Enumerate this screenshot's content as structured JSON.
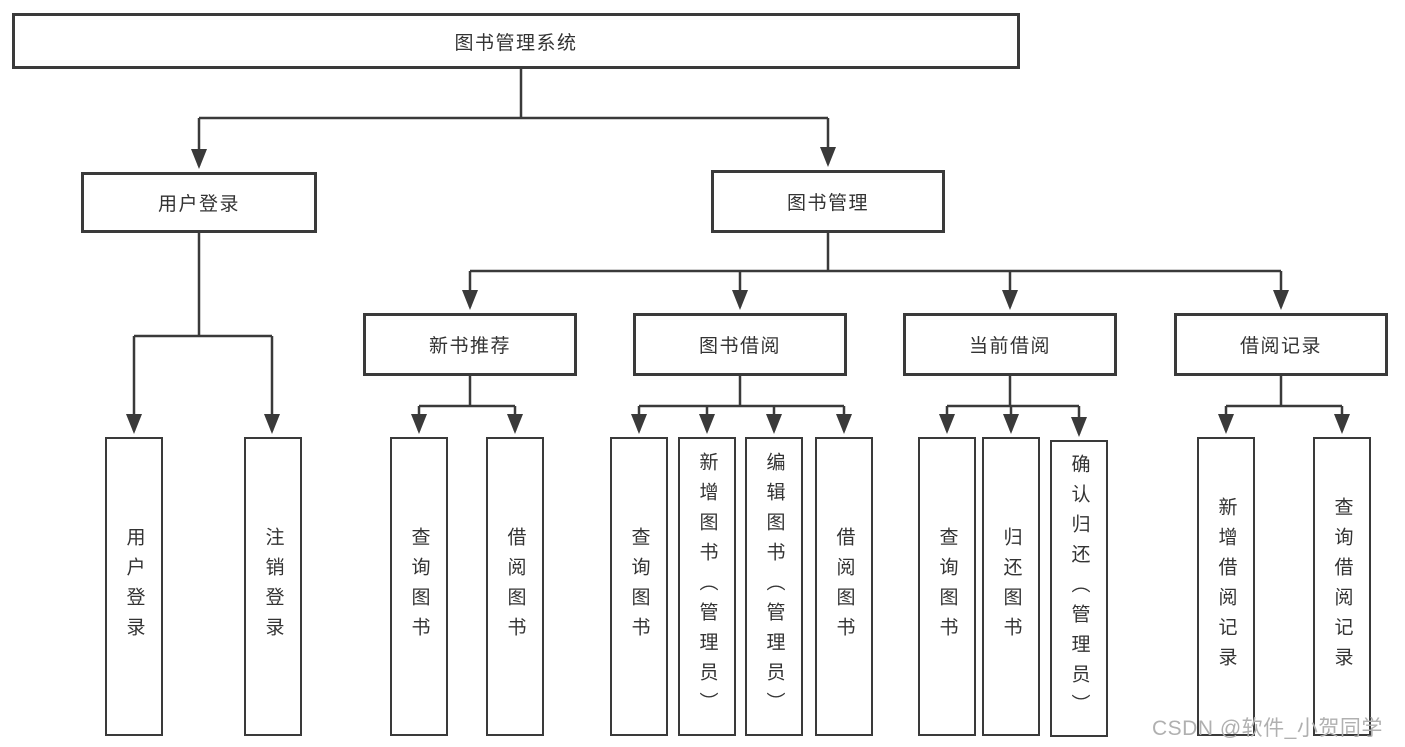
{
  "nodes": {
    "root": "图书管理系统",
    "user_login": "用户登录",
    "book_mgmt": "图书管理",
    "new_book_rec": "新书推荐",
    "book_borrow": "图书借阅",
    "current_borrow": "当前借阅",
    "borrow_records": "借阅记录",
    "leaf_user_login": "用户登录",
    "leaf_logout": "注销登录",
    "leaf_rec_query": "查询图书",
    "leaf_rec_borrow": "借阅图书",
    "leaf_bb_query": "查询图书",
    "leaf_bb_add": "新增图书（管理员）",
    "leaf_bb_edit": "编辑图书（管理员）",
    "leaf_bb_borrow": "借阅图书",
    "leaf_cb_query": "查询图书",
    "leaf_cb_return": "归还图书",
    "leaf_cb_confirm": "确认归还（管理员）",
    "leaf_br_add": "新增借阅记录",
    "leaf_br_query": "查询借阅记录"
  },
  "watermark": "CSDN @软件_小贺同学",
  "colors": {
    "background": "#ffffff",
    "line": "#3a3a3a",
    "box_border": "#3a3a3a",
    "box_fill": "#ffffff",
    "text": "#333333",
    "watermark": "#b0b0b0"
  }
}
